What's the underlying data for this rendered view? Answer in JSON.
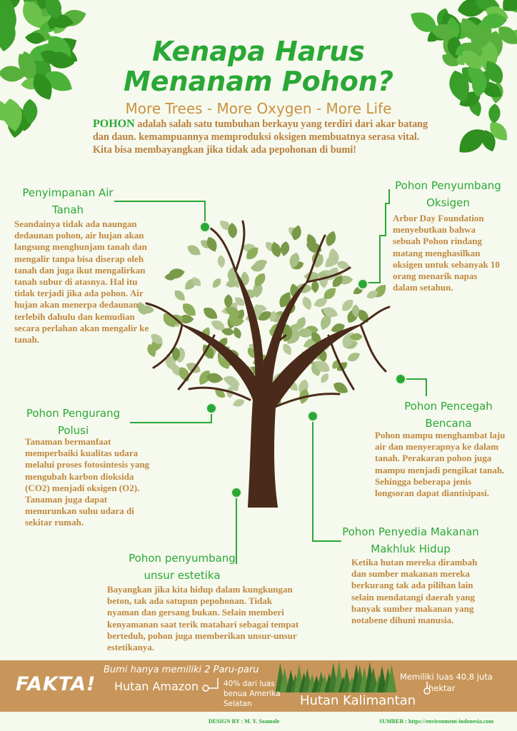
{
  "title_line1": "Kenapa Harus",
  "title_line2": "Menanam Pohon?",
  "subtitle": "More Trees - More Oxygen - More Life",
  "intro": {
    "keyword": "POHON",
    "text": " adalah salah satu tumbuhan berkayu yang terdiri dari akar batang dan daun. kemampuannya memproduksi oksigen membuatnya serasa vital. Kita bisa membayangkan jika tidak ada pepohonan di bumi!"
  },
  "sections": {
    "water": {
      "heading_1": "Penyimpanan Air",
      "heading_2": "Tanah",
      "body": "Seandainya tidak ada naungan dedaunan pohon, air hujan akan langsung menghunjam tanah dan mengalir tanpa bisa diserap oleh tanah dan juga ikut mengalirkan tanah subur di atasnya. Hal itu tidak terjadi jika ada pohon. Air hujan akan menerpa dedaunan terlebih dahulu dan kemudian secara perlahan akan mengalir ke tanah."
    },
    "oxygen": {
      "heading_1": "Pohon Penyumbang",
      "heading_2": "Oksigen",
      "body": "Arbor Day Foundation menyebutkan bahwa sebuah Pohon rindang matang menghasilkan oksigen untuk sebanyak 10 orang menarik napas dalam setahun."
    },
    "pollution": {
      "heading_1": "Pohon Pengurang",
      "heading_2": "Polusi",
      "body": "Tanaman bermanfaat memperbaiki kualitas udara melalui proses fotosintesis yang mengubah karbon dioksida (CO2) menjadi oksigen (O2). Tanaman juga dapat menurunkan suhu udara di sekitar rumah."
    },
    "disaster": {
      "heading_1": "Pohon Pencegah",
      "heading_2": "Bencana",
      "body": "Pohon mampu menghambat laju air dan menyerapnya ke dalam tanah. Perakaran pohon juga mampu menjadi pengikat tanah. Sehingga beberapa jenis longsoran dapat diantisipasi."
    },
    "food": {
      "heading_1": "Pohon Penyedia Makanan",
      "heading_2": "Makhluk Hidup",
      "body": "Ketika hutan mereka dirambah dan sumber makanan mereka berkurang tak ada pilihan lain selain mendatangi daerah yang banyak sumber makanan yang notabene dihuni manusia."
    },
    "aesthetic": {
      "heading_1": "Pohon penyumbang",
      "heading_2": "unsur estetika",
      "body": "Bayangkan jika kita hidup dalam kungkungan beton, tak ada satupun pepohonan. Tidak nyaman dan gersang bukan. Selain memberi kenyamanan saat terik matahari sebagai tempat berteduh, pohon juga memberikan unsur-unsur estetikanya."
    }
  },
  "facts": {
    "label": "FAKTA!",
    "headline": "Bumi hanya memiliki 2 Paru-paru",
    "amazon_name": "Hutan Amazon",
    "amazon_note_1": "40% dari luas",
    "amazon_note_2": "benua Amerika",
    "amazon_note_3": "Selatan",
    "kalimantan_name": "Hutan Kalimantan",
    "kalimantan_note_1": "Memiliki luas 40,8 juta",
    "kalimantan_note_2": "hektar"
  },
  "footer": {
    "design": "DESIGN BY : M. Y. Soamole",
    "source": "SUMBER : https://environment-indonesia.com"
  },
  "colors": {
    "accent_green": "#2aa836",
    "text_brown": "#c08840",
    "fact_bar": "#c8965a",
    "trunk": "#4a2a1a",
    "leaf_dark": "#7a9a4a",
    "leaf_light": "#b7c99a",
    "background": "#f6f9ee"
  },
  "icons": [
    "leaf-corner-decoration",
    "tree-illustration",
    "forest-illustration"
  ]
}
